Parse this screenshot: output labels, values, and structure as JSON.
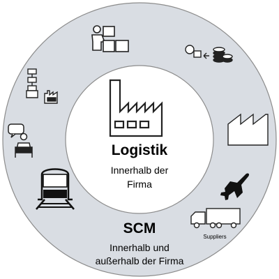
{
  "inner": {
    "title": "Logistik",
    "line1": "Innerhalb der",
    "line2": "Firma"
  },
  "outer": {
    "title": "SCM",
    "line1": "Innerhalb und",
    "line2": "außerhalb der Firma"
  },
  "icon_labels": {
    "truck": "Suppliers"
  },
  "colors": {
    "ring_fill": "#d9dde3",
    "center_fill": "#ffffff",
    "stroke": "#222222"
  },
  "icons": [
    "factory-icon",
    "person-boxes-icon",
    "coins-exchange-icon",
    "factory-outline-icon",
    "airplane-icon",
    "truck-icon",
    "train-icon",
    "consultation-icon",
    "production-stack-icon"
  ]
}
